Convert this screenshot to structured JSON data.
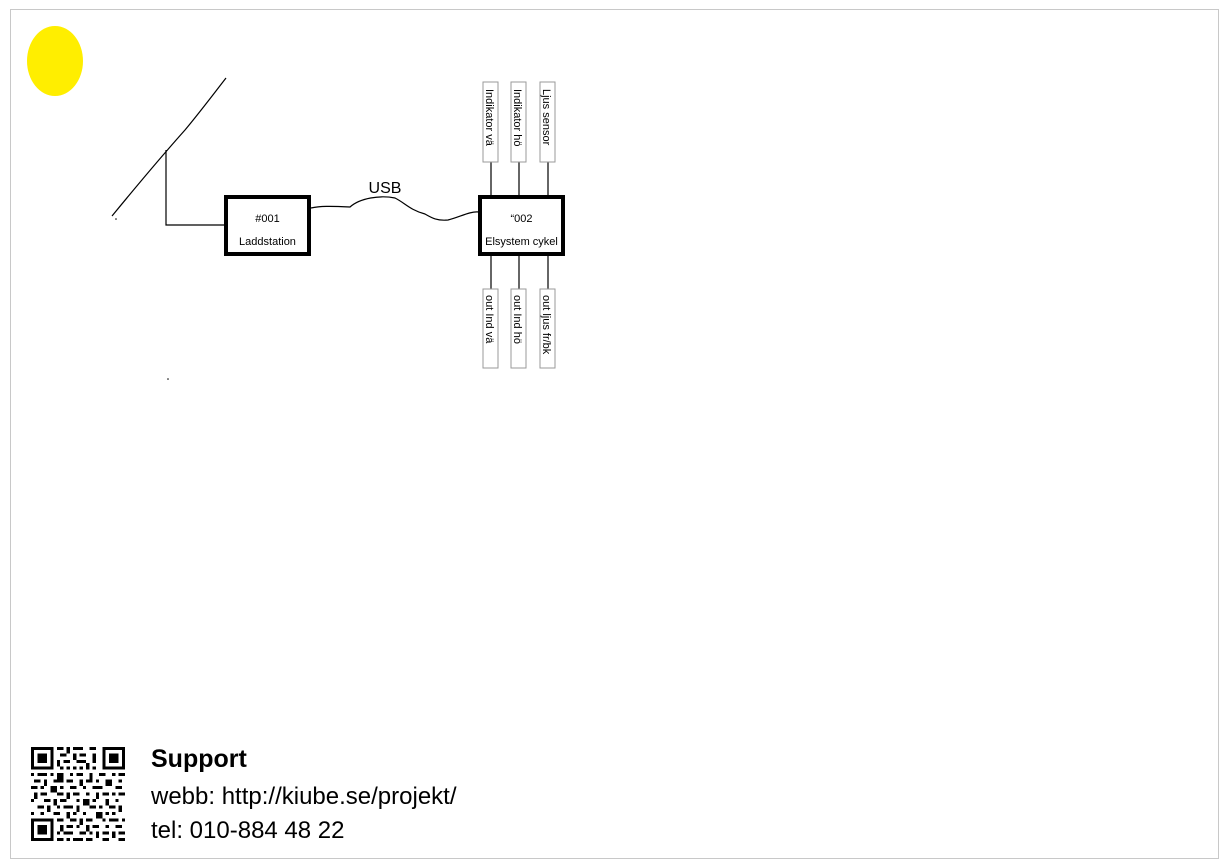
{
  "diagram": {
    "nodes": {
      "n001": {
        "id": "#001",
        "label": "Laddstation"
      },
      "n002": {
        "id": "“002",
        "label": "Elsystem cykel"
      }
    },
    "edges": {
      "usb": {
        "label": "USB"
      }
    },
    "inputs": [
      "Indikator vä",
      "Indikator hö",
      "Ljus sensor"
    ],
    "outputs": [
      "out Ind vä",
      "out Ind hö",
      "out ljus fr/bk"
    ],
    "colors": {
      "sun": "#ffee00",
      "line": "#000000",
      "port_border": "#9a9a9a"
    }
  },
  "support": {
    "title": "Support",
    "web": "webb: http://kiube.se/projekt/",
    "tel": "tel: 010-884 48 22"
  },
  "icons": {
    "qr": "qr-code-icon",
    "sun": "sun-icon"
  }
}
